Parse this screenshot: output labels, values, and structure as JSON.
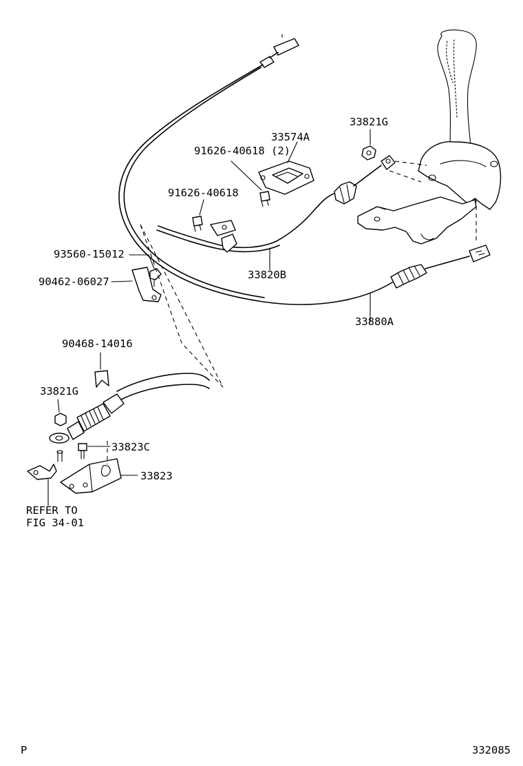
{
  "callouts": {
    "p_33574A": "33574A",
    "p_33821G_top": "33821G",
    "p_91626_40618_2": "91626-40618 (2)",
    "p_91626_40618": "91626-40618",
    "p_93560_15012": "93560-15012",
    "p_90462_06027": "90462-06027",
    "p_33820B": "33820B",
    "p_33880A": "33880A",
    "p_90468_14016": "90468-14016",
    "p_33821G_low": "33821G",
    "p_33823C": "33823C",
    "p_33823": "33823"
  },
  "refer": {
    "line1": "REFER TO",
    "line2": "FIG 34-01"
  },
  "footer": {
    "left_code": "P",
    "figure_number": "332085"
  }
}
